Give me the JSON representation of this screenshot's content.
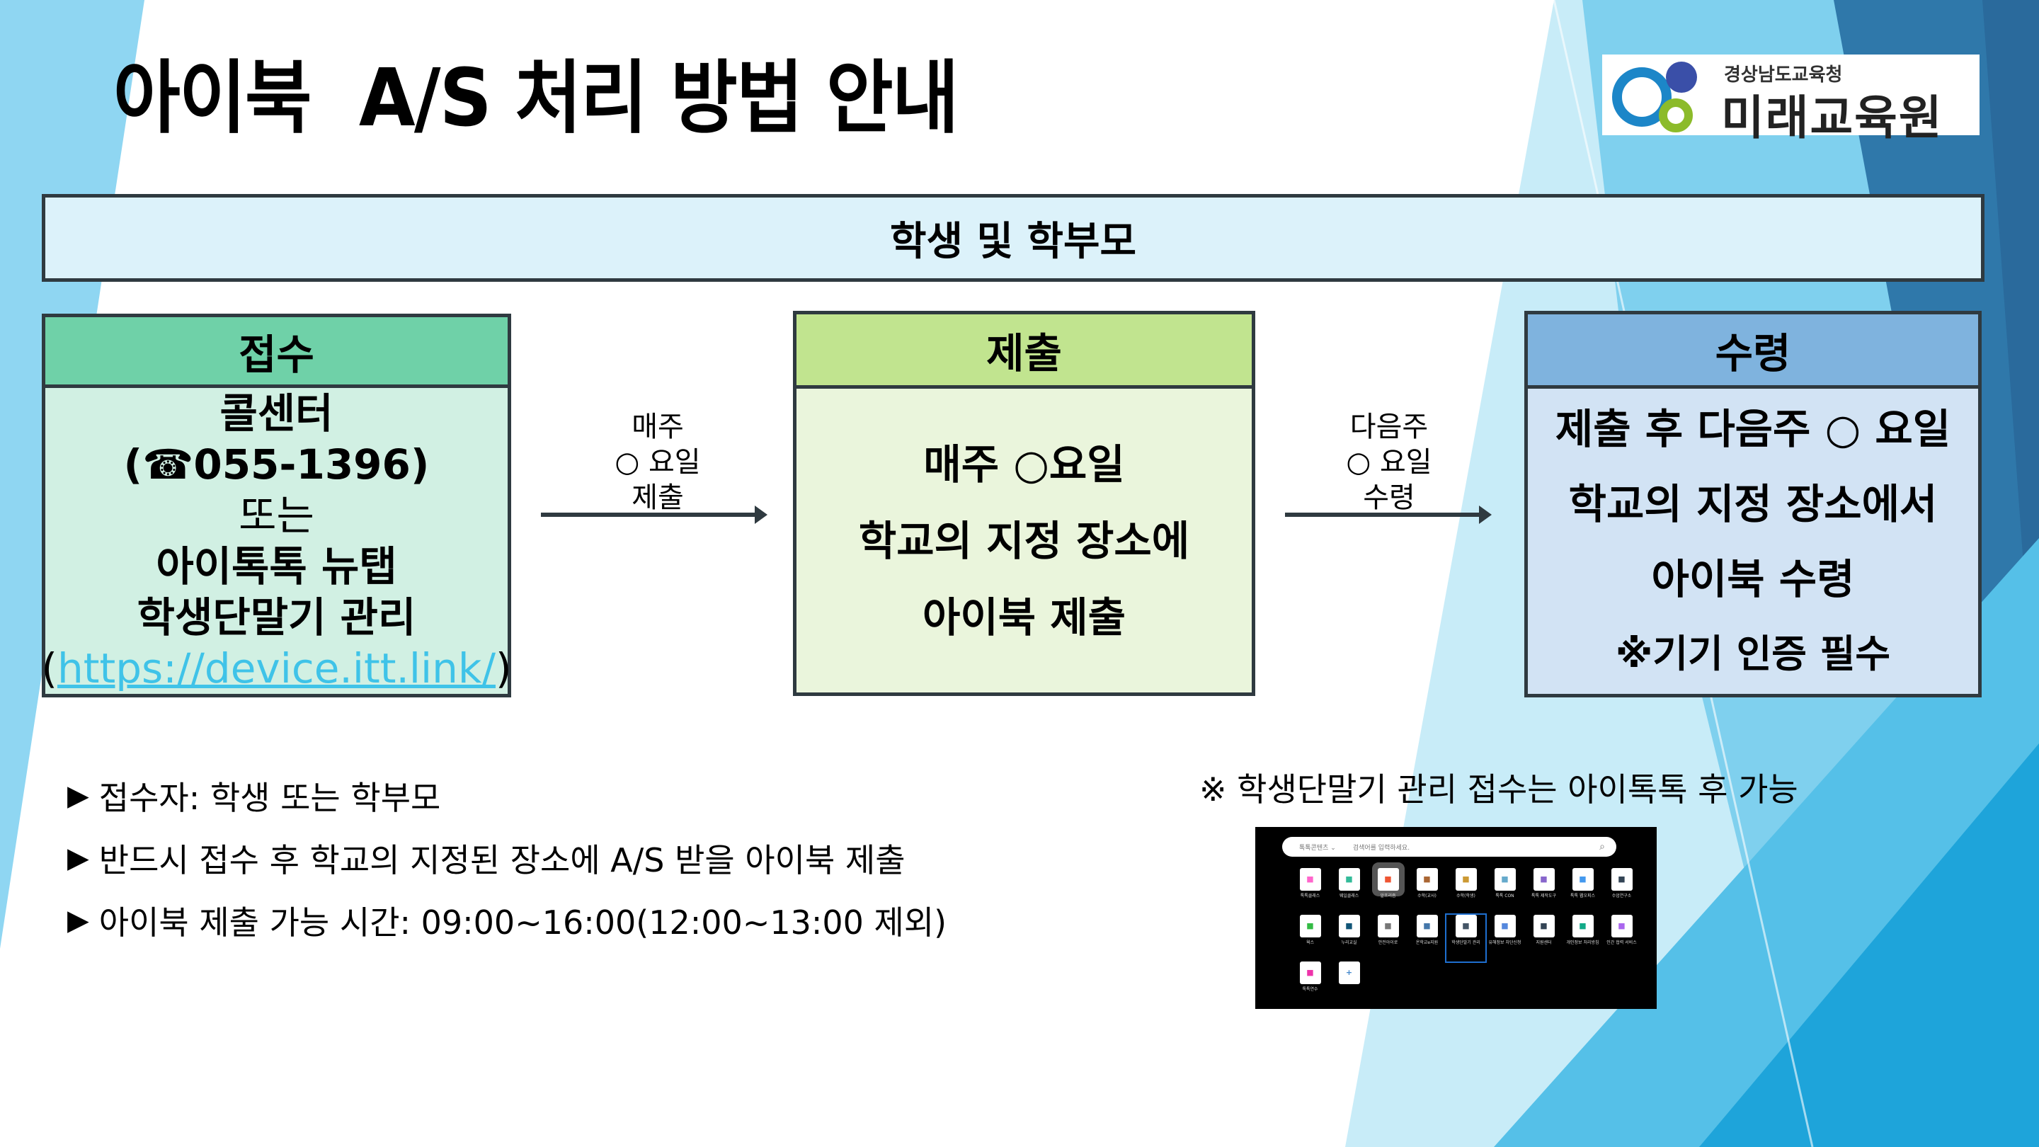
{
  "title": "아이북  A/S 처리 방법 안내",
  "logo": {
    "sub": "경상남도교육청",
    "main": "미래교육원"
  },
  "banner": "학생 및 학부모",
  "steps": [
    {
      "header": "접수",
      "lines": [
        "콜센터",
        "(☎055-1396)",
        "또는",
        "아이톡톡 뉴탭",
        "학생단말기 관리"
      ],
      "link_open": "(",
      "link": "https://device.itt.link/",
      "link_close": ")"
    },
    {
      "header": "제출",
      "lines": [
        "매주 ○요일",
        "학교의 지정 장소에",
        "아이북 제출"
      ]
    },
    {
      "header": "수령",
      "lines": [
        "제출 후 다음주 ○ 요일",
        "학교의 지정 장소에서",
        "아이북 수령",
        "※기기 인증 필수"
      ]
    }
  ],
  "arrows": [
    {
      "lines": [
        "매주",
        "○ 요일",
        "제출"
      ]
    },
    {
      "lines": [
        "다음주",
        "○ 요일",
        "수령"
      ]
    }
  ],
  "bullets": [
    "접수자: 학생 또는 학부모",
    "반드시 접수 후 학교의 지정된 장소에 A/S 받을 아이북 제출",
    "아이북 제출 가능 시간:  09:00~16:00(12:00~13:00 제외)"
  ],
  "bullet_marker": "▶",
  "note": "※ 학생단말기 관리 접수는 아이톡톡 후 가능",
  "screenshot": {
    "category": "톡톡콘텐츠 ⌄",
    "placeholder": "검색어를 입력하세요.",
    "apps": [
      "톡톡클래스",
      "웨일클래스",
      "알프리즘",
      "수학(교사)",
      "수학(학생)",
      "톡톡 CON",
      "톡톡 제작도구",
      "톡톡 웹오피스",
      "수업연구소",
      "웍스",
      "누리교실",
      "안전아이로",
      "온학교e지원",
      "학생단말기 관리",
      "유해정보 차단신청",
      "지원센터",
      "개인정보 처리방침",
      "인간 협력 서비스",
      "톡톡연수",
      "+"
    ]
  },
  "colors": {
    "receive": "#6fd1a8",
    "submit": "#c1e48f",
    "pickup": "#7fb3de",
    "banner": "#dcf2fa",
    "link": "#3fc3e8"
  }
}
